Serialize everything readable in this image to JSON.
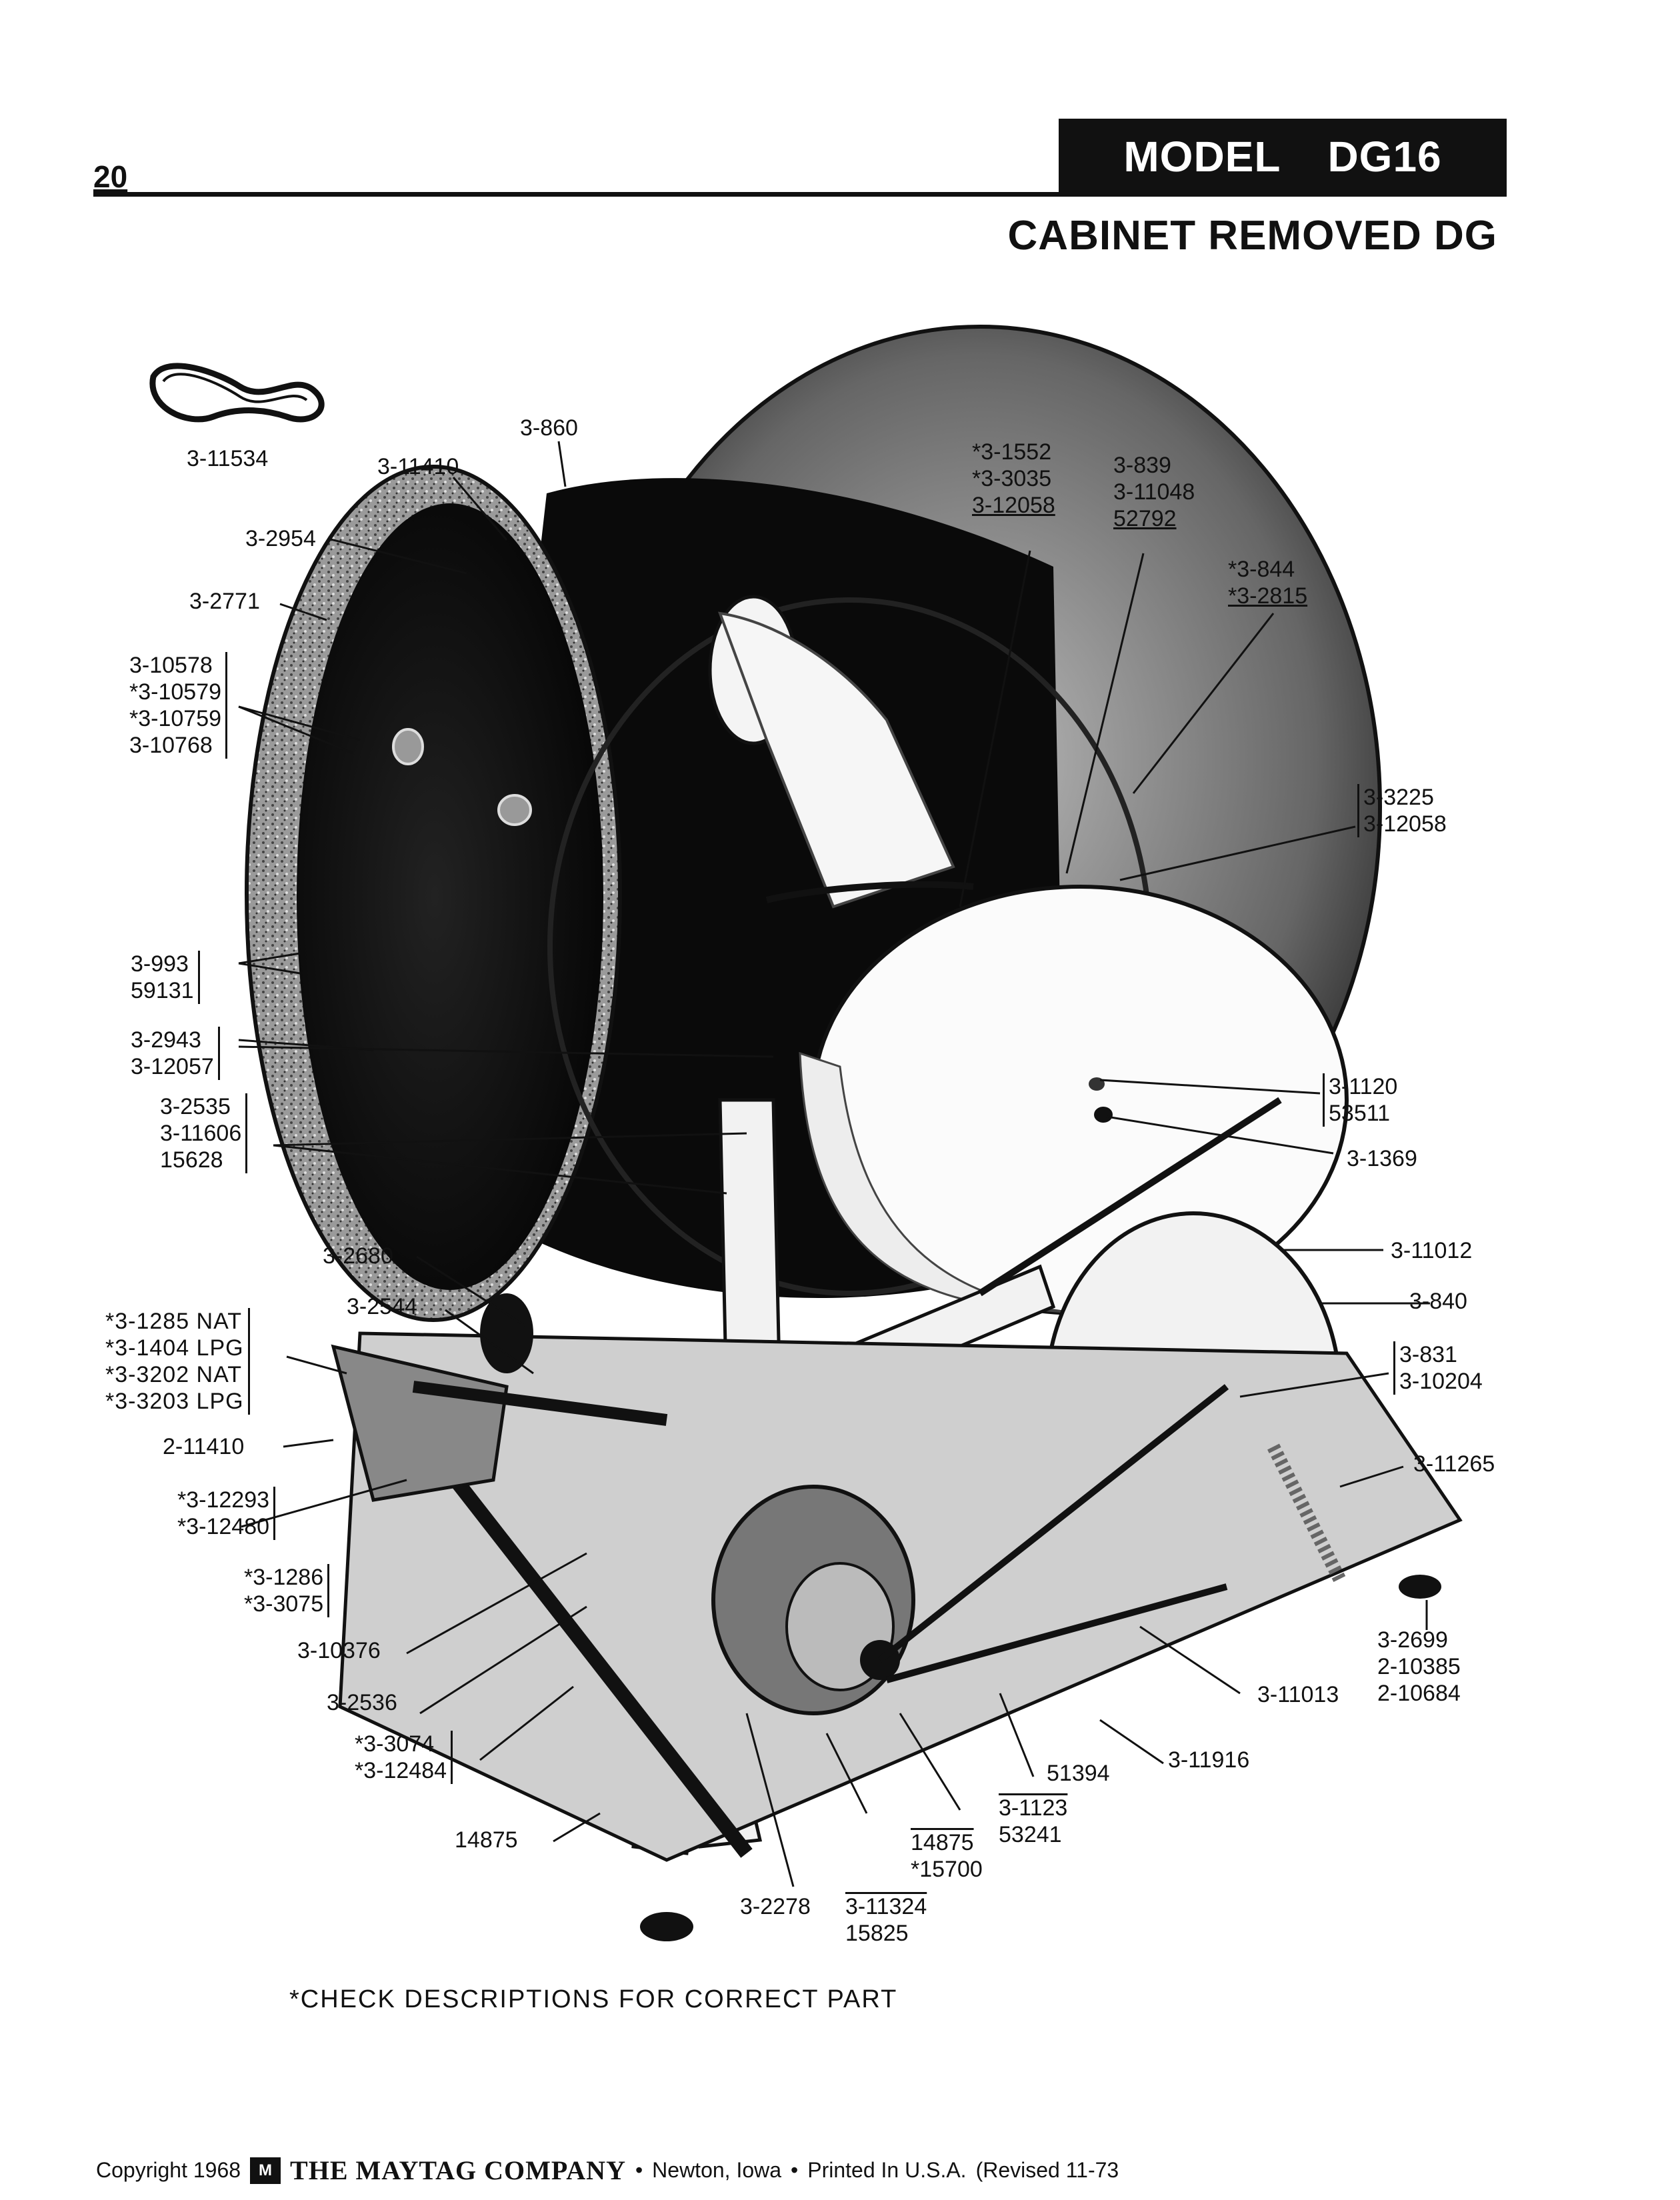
{
  "page": {
    "number": "20"
  },
  "header": {
    "model_label": "MODEL",
    "model_value": "DG16",
    "subtitle": "CABINET REMOVED DG"
  },
  "labels": {
    "belt_part": "3-11534",
    "drum_top": "3-860",
    "drum_rim": "3-11410",
    "l_2954": "3-2954",
    "l_2771": "3-2771",
    "group_10578": [
      "3-10578",
      "*3-10579",
      "*3-10759",
      "3-10768"
    ],
    "group_993": [
      "3-993",
      "59131"
    ],
    "group_2943": [
      "3-2943",
      "3-12057"
    ],
    "group_2535": [
      "3-2535",
      "3-11606",
      "15628"
    ],
    "l_2680": "3-2680",
    "l_2544": "3-2544",
    "group_gas_valve": [
      "*3-1285 NAT",
      "*3-1404 LPG",
      "*3-3202 NAT",
      "*3-3203 LPG"
    ],
    "l_2_11410": "2-11410",
    "group_12293": [
      "*3-12293",
      "*3-12480"
    ],
    "group_1286": [
      "*3-1286",
      "*3-3075"
    ],
    "l_10376": "3-10376",
    "l_2536": "3-2536",
    "group_3074": [
      "*3-3074",
      "*3-12484"
    ],
    "l_14875_left": "14875",
    "group_1552": [
      "*3-1552",
      "*3-3035",
      "3-12058"
    ],
    "group_839": [
      "3-839",
      "3-11048",
      "52792"
    ],
    "group_844": [
      "*3-844",
      "*3-2815"
    ],
    "group_3225": [
      "3-3225",
      "3-12058"
    ],
    "group_1120": [
      "3-1120",
      "53511"
    ],
    "l_1369": "3-1369",
    "l_11012": "3-11012",
    "l_840": "3-840",
    "group_831": [
      "3-831",
      "3-10204"
    ],
    "l_11265": "3-11265",
    "group_2699": [
      "3-2699",
      "2-10385",
      "2-10684"
    ],
    "l_11013": "3-11013",
    "l_11916": "3-11916",
    "l_51394": "51394",
    "group_1123": [
      "3-1123",
      "53241"
    ],
    "group_14875": [
      "14875",
      "*15700"
    ],
    "l_2278": "3-2278",
    "group_11324": [
      "3-11324",
      "15825"
    ]
  },
  "footnote": "*CHECK DESCRIPTIONS FOR CORRECT PART",
  "footer": {
    "copyright": "Copyright 1968",
    "company": "THE MAYTAG COMPANY",
    "location": "Newton, Iowa",
    "printed": "Printed In U.S.A.",
    "revised": "(Revised  11-73"
  }
}
